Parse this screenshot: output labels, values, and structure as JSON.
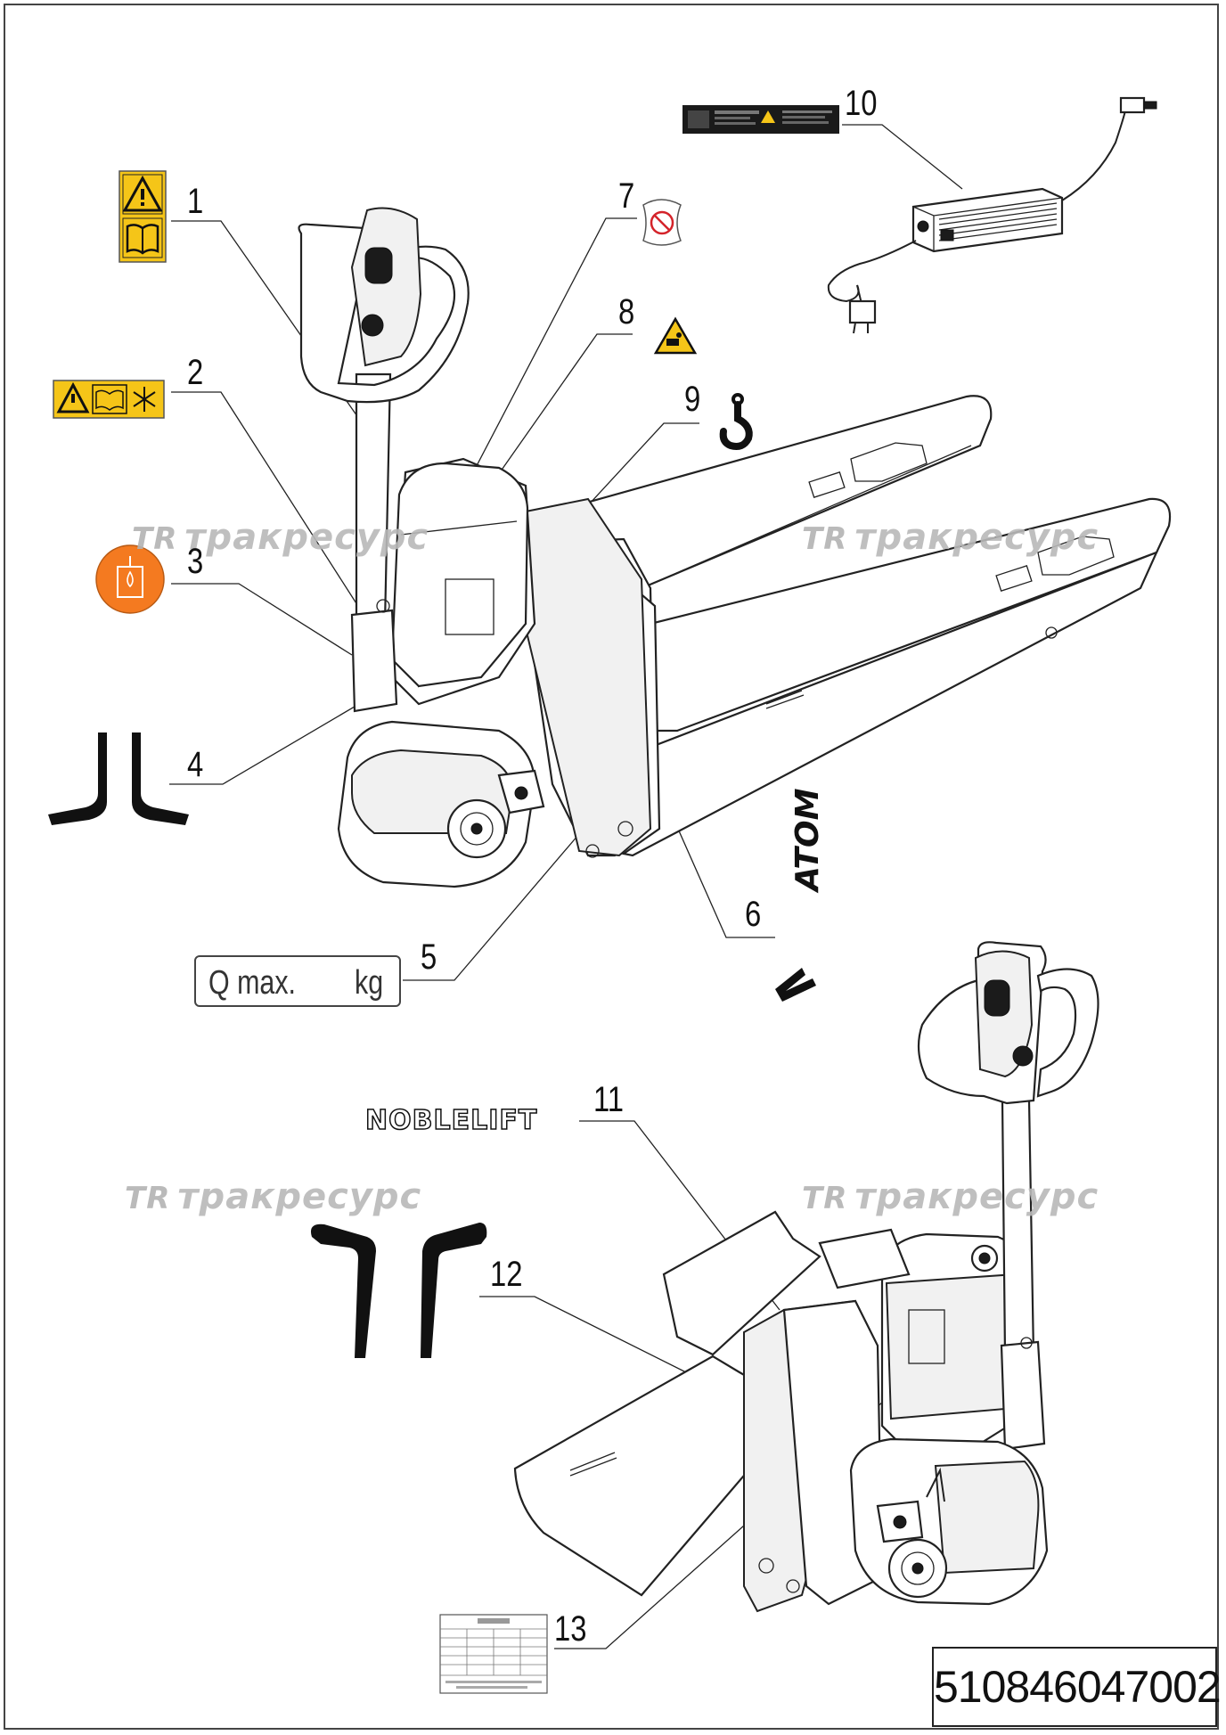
{
  "callouts": [
    {
      "n": "1"
    },
    {
      "n": "2"
    },
    {
      "n": "3"
    },
    {
      "n": "4"
    },
    {
      "n": "5"
    },
    {
      "n": "6"
    },
    {
      "n": "7"
    },
    {
      "n": "8"
    },
    {
      "n": "9"
    },
    {
      "n": "10"
    },
    {
      "n": "11"
    },
    {
      "n": "12"
    },
    {
      "n": "13"
    }
  ],
  "labels": {
    "qmax_prefix": "Q max.",
    "qmax_unit": "kg",
    "brand_noblelift": "NOBLELIFT",
    "brand_atom": "ATOM"
  },
  "watermark": {
    "logo": "TR",
    "text": "тракресурс"
  },
  "part_number": "510846047002",
  "colors": {
    "warning_yellow": "#f5c518",
    "warning_orange": "#f47a20",
    "line": "#222222",
    "watermark": "#b9b9b9"
  },
  "icons": {
    "label_1": "warning-manual-icon",
    "label_2": "warning-read-manual-icon",
    "label_3": "battery-fluid-icon",
    "label_7": "no-riding-icon",
    "label_8": "crush-hazard-icon",
    "label_9": "lifting-hook-icon",
    "label_10": "charger-nameplate-icon"
  }
}
